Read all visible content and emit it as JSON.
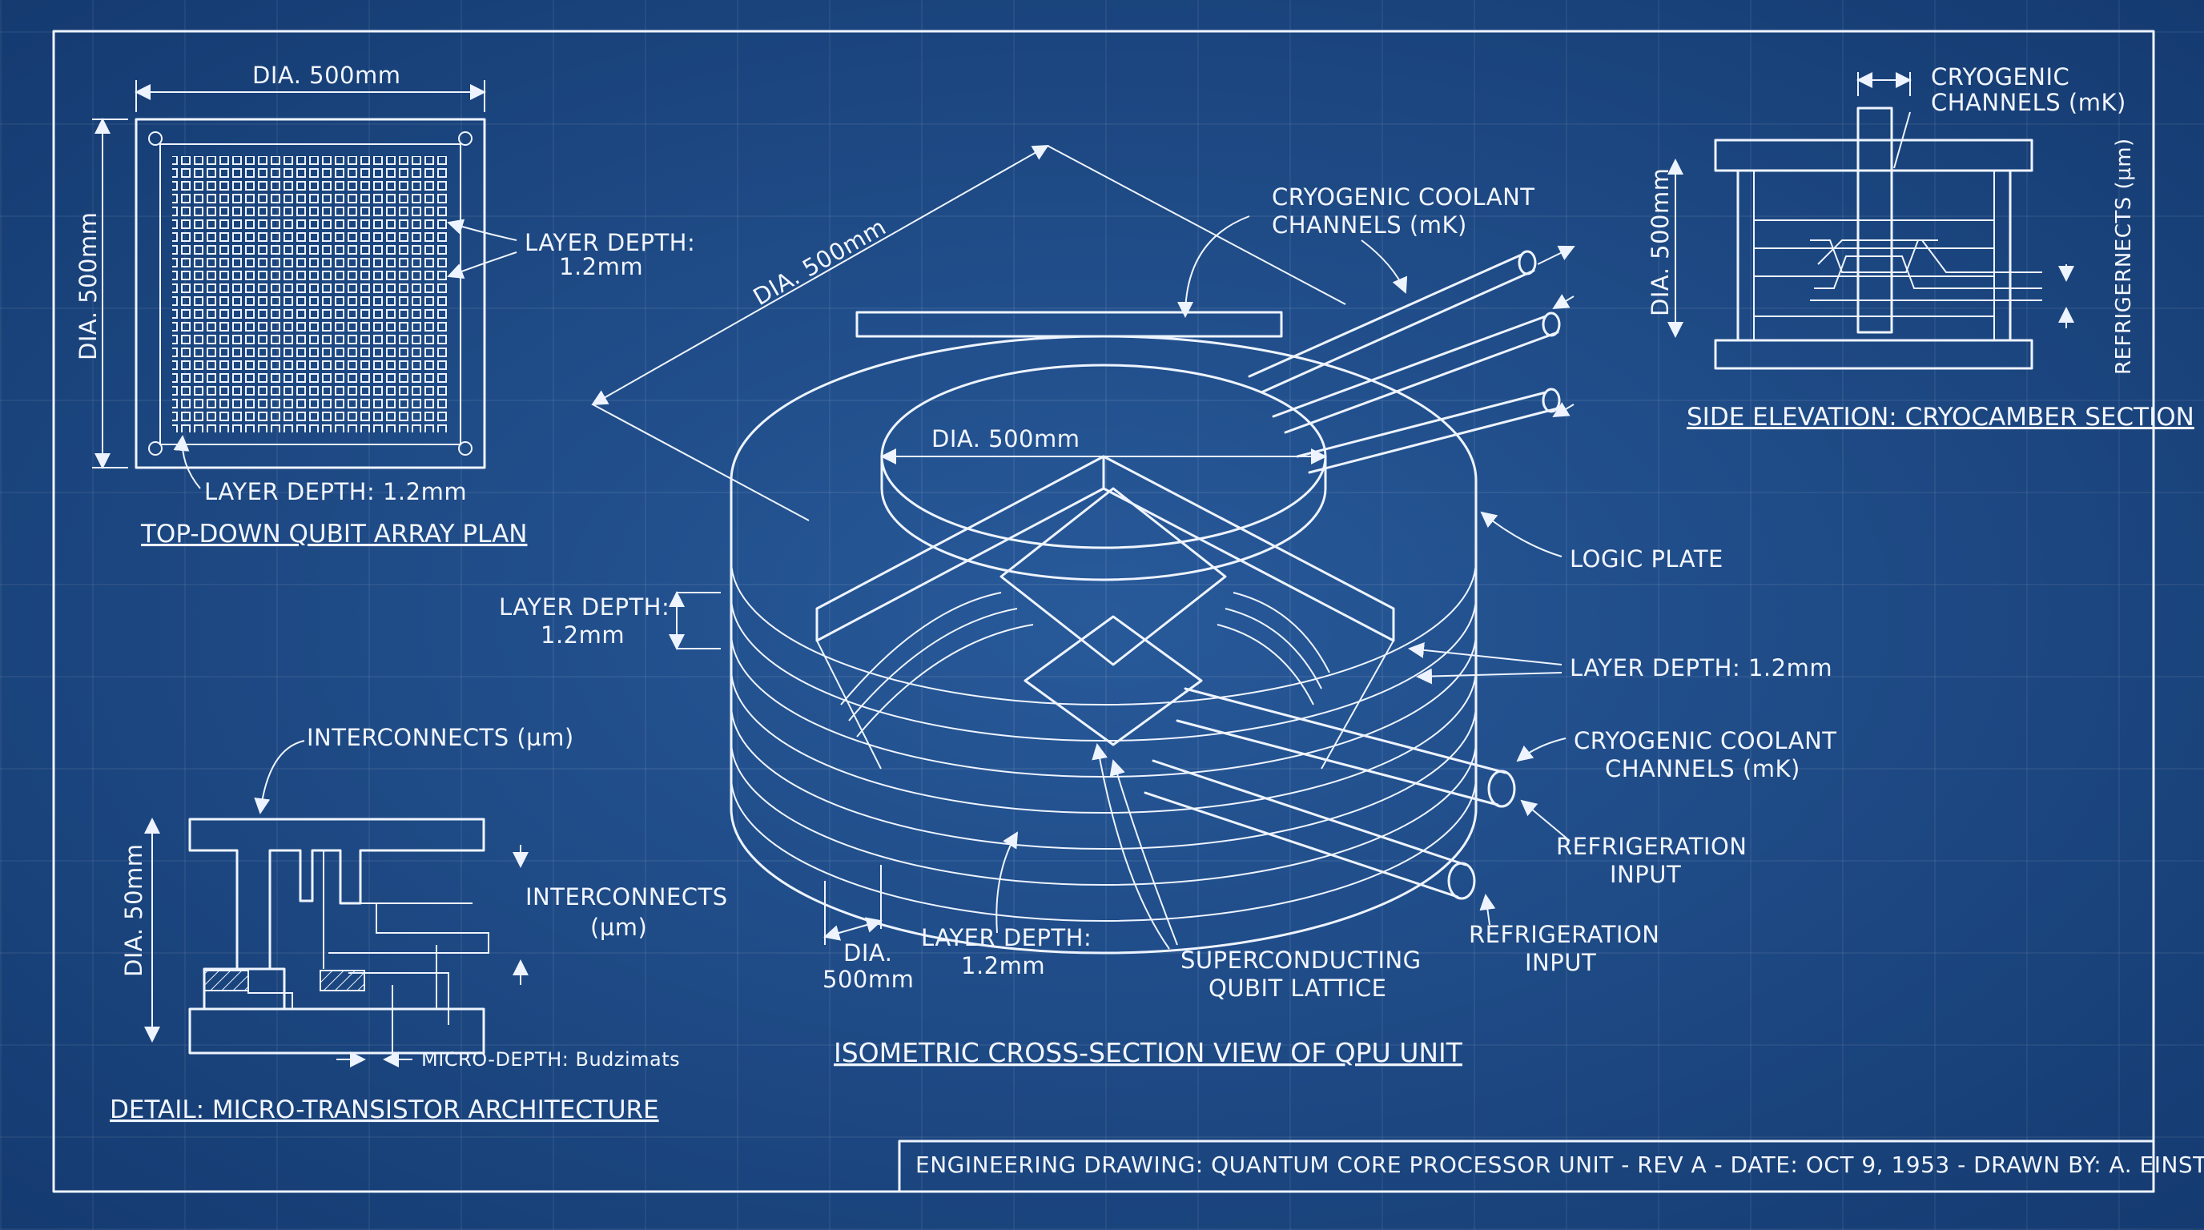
{
  "title_block": "ENGINEERING DRAWING: QUANTUM CORE PROCESSOR UNIT - REV A - DATE: OCT 9, 1953 - DRAWN BY: A. EINSTEIN",
  "top_down_plan": {
    "title": "TOP-DOWN QUBIT ARRAY PLAN",
    "dim_top": "DIA. 500mm",
    "dim_left": "DIA. 500mm",
    "layer_depth_right_1": "LAYER DEPTH:",
    "layer_depth_right_2": "1.2mm",
    "layer_depth_bottom": "LAYER DEPTH: 1.2mm"
  },
  "micro_transistor": {
    "title": "DETAIL: MICRO-TRANSISTOR ARCHITECTURE",
    "interconnects_top": "INTERCONNECTS (µm)",
    "interconnects_right_1": "INTERCONNECTS",
    "interconnects_right_2": "(µm)",
    "dim_left": "DIA. 50mm",
    "micro_depth": "MICRO-DEPTH: Budzimats"
  },
  "isometric": {
    "title": "ISOMETRIC CROSS-SECTION VIEW OF QPU UNIT",
    "dim_diagonal": "DIA. 500mm",
    "dim_top_plate": "DIA. 500mm",
    "coolant_top_1": "CRYOGENIC COOLANT",
    "coolant_top_2": "CHANNELS (mK)",
    "logic_plate": "LOGIC PLATE",
    "layer_depth_left_1": "LAYER DEPTH:",
    "layer_depth_left_2": "1.2mm",
    "layer_depth_right": "LAYER DEPTH: 1.2mm",
    "coolant_right_1": "CRYOGENIC COOLANT",
    "coolant_right_2": "CHANNELS (mK)",
    "refrig_1a": "REFRIGERATION",
    "refrig_1b": "INPUT",
    "refrig_2a": "REFRIGERATION",
    "refrig_2b": "INPUT",
    "dia_bottom_1": "DIA.",
    "dia_bottom_2": "500mm",
    "layer_depth_bottom_1": "LAYER DEPTH:",
    "layer_depth_bottom_2": "1.2mm",
    "lattice_1": "SUPERCONDUCTING",
    "lattice_2": "QUBIT LATTICE"
  },
  "side_elevation": {
    "title": "SIDE ELEVATION: CRYOCAMBER SECTION",
    "channels_1": "CRYOGENIC",
    "channels_2": "CHANNELS (mK)",
    "dim_left": "DIA. 500mm",
    "refrig_right": "REFRIGERNECTS (µm)"
  }
}
